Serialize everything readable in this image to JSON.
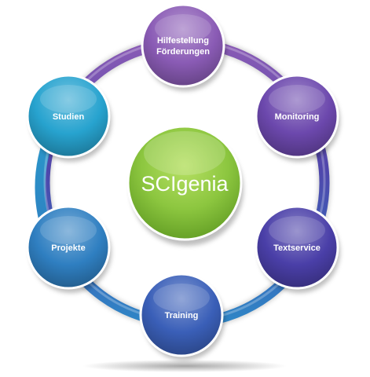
{
  "center": {
    "label": "SCIgenia",
    "color": "#8cc63f"
  },
  "nodes": [
    {
      "id": "hilfestellung",
      "lines": [
        "Hilfestellung",
        "Förderungen"
      ],
      "color": "#8a5bb5"
    },
    {
      "id": "monitoring",
      "lines": [
        "Monitoring"
      ],
      "color": "#6c48ad"
    },
    {
      "id": "textservice",
      "lines": [
        "Textservice"
      ],
      "color": "#4a3fa8"
    },
    {
      "id": "training",
      "lines": [
        "Training"
      ],
      "color": "#3a5fb8"
    },
    {
      "id": "projekte",
      "lines": [
        "Projekte"
      ],
      "color": "#2f7fc1"
    },
    {
      "id": "studien",
      "lines": [
        "Studien"
      ],
      "color": "#27a3cf"
    }
  ],
  "ring": {
    "colors": [
      "#8a5bb5",
      "#4a3fa8",
      "#2f7fc1",
      "#27a3cf"
    ]
  }
}
